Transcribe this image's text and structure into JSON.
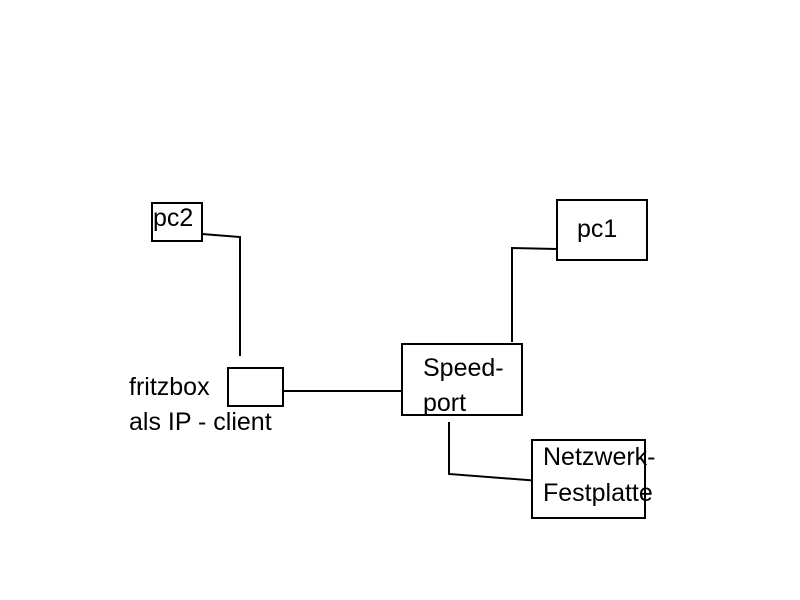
{
  "diagram": {
    "nodes": {
      "pc2": {
        "label": "pc2"
      },
      "pc1": {
        "label": "pc1"
      },
      "fritzbox": {
        "label_line1": "fritzbox",
        "label_line2": "als IP - client"
      },
      "speedport": {
        "label_line1": "Speed-",
        "label_line2": "port"
      },
      "nas": {
        "label_line1": "Netzwerk-",
        "label_line2": "Festplatte"
      }
    },
    "colors": {
      "stroke": "#000000",
      "background": "#ffffff"
    }
  }
}
